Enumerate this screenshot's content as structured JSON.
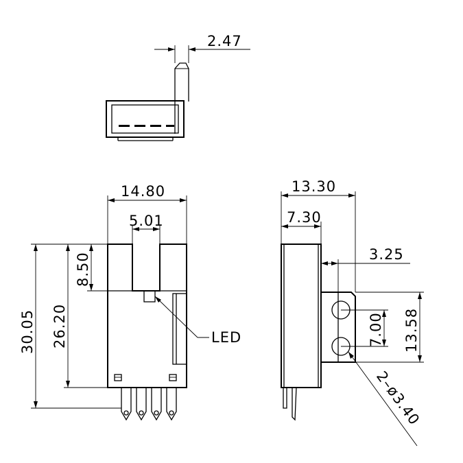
{
  "dimensions": {
    "lead_width": "2.47",
    "overall_width": "14.80",
    "slot_width": "5.01",
    "slot_depth": "8.50",
    "body_height": "26.20",
    "overall_height": "30.05",
    "side_depth": "13.30",
    "body_depth": "7.30",
    "mount_offset": "3.25",
    "hole_pitch": "7.00",
    "flange_height": "13.58",
    "hole_spec": "2–ø3.40"
  },
  "labels": {
    "led": "LED"
  }
}
